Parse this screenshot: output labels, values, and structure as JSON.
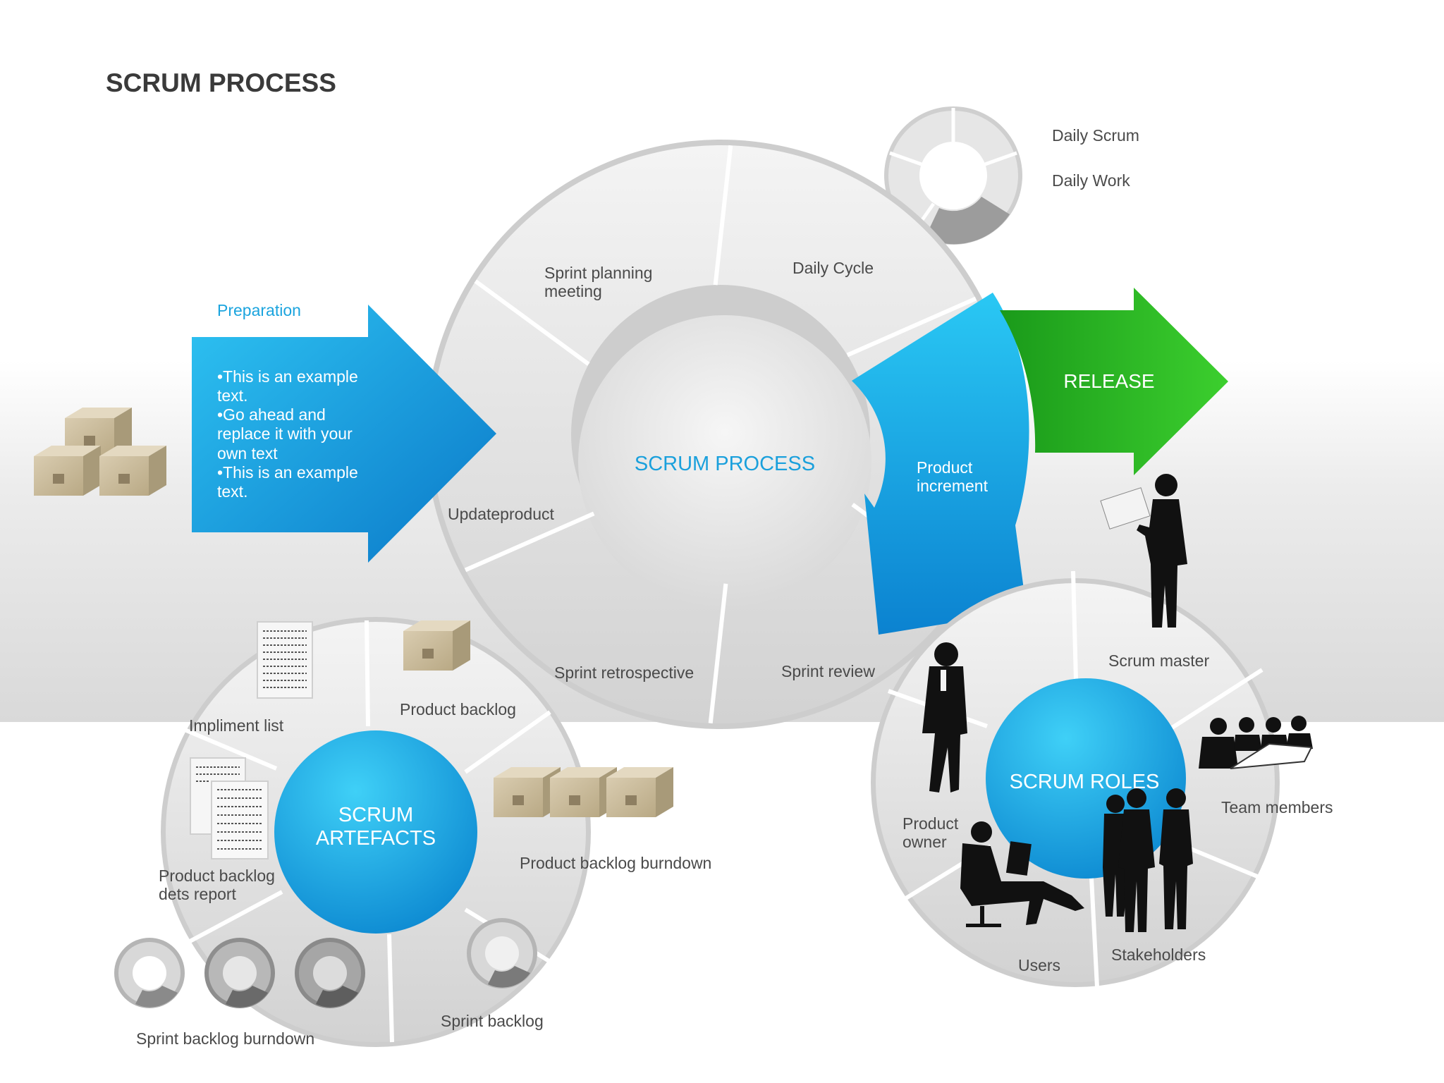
{
  "title": "SCRUM PROCESS",
  "colors": {
    "accent_blue": "#1ba4de",
    "release_green": "#2bb52b",
    "segment_gray": "#dedede",
    "background_band": "#e8e8e8",
    "silhouette": "#111111"
  },
  "daily_legend": {
    "daily_scrum": "Daily Scrum",
    "daily_work": "Daily Work"
  },
  "preparation": {
    "heading": "Preparation",
    "body": "•This is an example\ntext.\n•Go ahead and\nreplace it with your\nown text\n•This is an example\ntext."
  },
  "process_ring": {
    "center": "SCRUM PROCESS",
    "segments": {
      "sprint_planning": "Sprint planning\nmeeting",
      "daily_cycle": "Daily Cycle",
      "product_increment": "Product\nincrement",
      "sprint_review": "Sprint review",
      "sprint_retrospective": "Sprint retrospective",
      "update_product": "Updateproduct"
    }
  },
  "release": "RELEASE",
  "artefacts": {
    "center": "SCRUM\nARTEFACTS",
    "items": {
      "impliment_list": "Impliment list",
      "product_backlog": "Product backlog",
      "product_backlog_burndown": "Product backlog burndown",
      "sprint_backlog": "Sprint backlog",
      "sprint_backlog_burndown": "Sprint backlog burndown",
      "product_backlog_dets_report": "Product backlog\ndets report"
    }
  },
  "roles": {
    "center": "SCRUM ROLES",
    "items": {
      "scrum_master": "Scrum master",
      "team_members": "Team members",
      "stakeholders": "Stakeholders",
      "users": "Users",
      "product_owner": "Product\nowner"
    }
  },
  "icons": [
    "box-icon",
    "document-icon",
    "donut-cycle-icon",
    "silhouette-person-icon",
    "meeting-icon"
  ]
}
